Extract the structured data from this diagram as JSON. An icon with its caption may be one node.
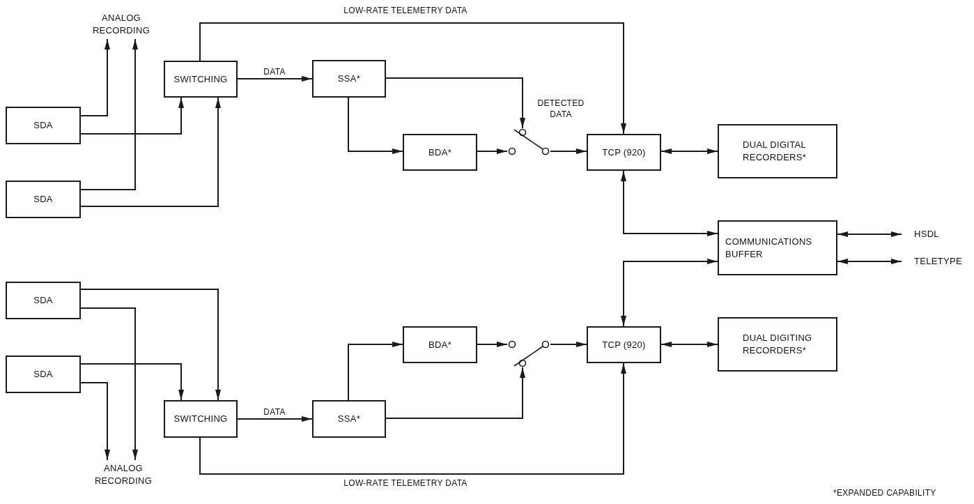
{
  "diagram": {
    "nodes": [
      {
        "text": [
          "ANALOG RECORDING"
        ]
      },
      {
        "text": [
          "SDA"
        ]
      },
      {
        "text": [
          "SDA"
        ]
      },
      {
        "text": [
          "SWITCHING"
        ]
      },
      {
        "text": [
          "SSA*"
        ]
      },
      {
        "text": [
          "BDA*"
        ]
      },
      {
        "text": [],
        "shape": "switch"
      },
      {
        "text": [
          "TCP (920)"
        ]
      },
      {
        "text": [
          "DUAL DIGITAL RECORDERS*"
        ]
      },
      {
        "text": [
          "COMMUNICATIONS BUFFER"
        ]
      },
      {
        "text": [
          "HSDL"
        ]
      },
      {
        "text": [
          "TELETYPE"
        ]
      },
      {
        "text": [
          "SDA"
        ]
      },
      {
        "text": [
          "SDA"
        ]
      },
      {
        "text": [
          "SWITCHING"
        ]
      },
      {
        "text": [
          "SSA*"
        ]
      },
      {
        "text": [
          "BDA*"
        ]
      },
      {
        "text": [],
        "shape": "switch"
      },
      {
        "text": [
          "TCP (920)"
        ]
      },
      {
        "text": [
          "DUAL DIGITING RECORDERS*"
        ]
      },
      {
        "text": [
          "ANALOG RECORDING"
        ]
      }
    ],
    "edges": [
      {
        "from": 1,
        "to": 0,
        "arrow": "to"
      },
      {
        "from": 2,
        "to": 0,
        "arrow": "to"
      },
      {
        "from": 1,
        "to": 3,
        "arrow": "to"
      },
      {
        "from": 2,
        "to": 3,
        "arrow": "to"
      },
      {
        "from": 3,
        "to": 4,
        "arrow": "to",
        "label": "DATA"
      },
      {
        "from": 3,
        "to": 7,
        "arrow": "to",
        "label": "LOW-RATE TELEMETRY DATA"
      },
      {
        "from": 4,
        "to": 6,
        "arrow": "to",
        "label": "DETECTED DATA"
      },
      {
        "from": 4,
        "to": 5,
        "arrow": "to"
      },
      {
        "from": 5,
        "to": 6,
        "arrow": "to"
      },
      {
        "from": 6,
        "to": 7,
        "arrow": "to"
      },
      {
        "from": 7,
        "to": 8,
        "arrow": "both"
      },
      {
        "from": 7,
        "to": 9,
        "arrow": "both"
      },
      {
        "from": 9,
        "to": 10,
        "arrow": "both"
      },
      {
        "from": 9,
        "to": 11,
        "arrow": "both"
      },
      {
        "from": 9,
        "to": 18,
        "arrow": "both"
      },
      {
        "from": 12,
        "to": 14,
        "arrow": "to"
      },
      {
        "from": 12,
        "to": 20,
        "arrow": "to"
      },
      {
        "from": 13,
        "to": 14,
        "arrow": "to"
      },
      {
        "from": 13,
        "to": 20,
        "arrow": "to"
      },
      {
        "from": 14,
        "to": 15,
        "arrow": "to",
        "label": "DATA"
      },
      {
        "from": 14,
        "to": 18,
        "arrow": "to",
        "label": "LOW-RATE TELEMETRY DATA"
      },
      {
        "from": 15,
        "to": 17,
        "arrow": "to"
      },
      {
        "from": 15,
        "to": 16,
        "arrow": "to"
      },
      {
        "from": 16,
        "to": 17,
        "arrow": "to"
      },
      {
        "from": 17,
        "to": 18,
        "arrow": "to"
      },
      {
        "from": 18,
        "to": 19,
        "arrow": "both"
      }
    ],
    "labels": [
      "*EXPANDED CAPABILITY"
    ]
  }
}
